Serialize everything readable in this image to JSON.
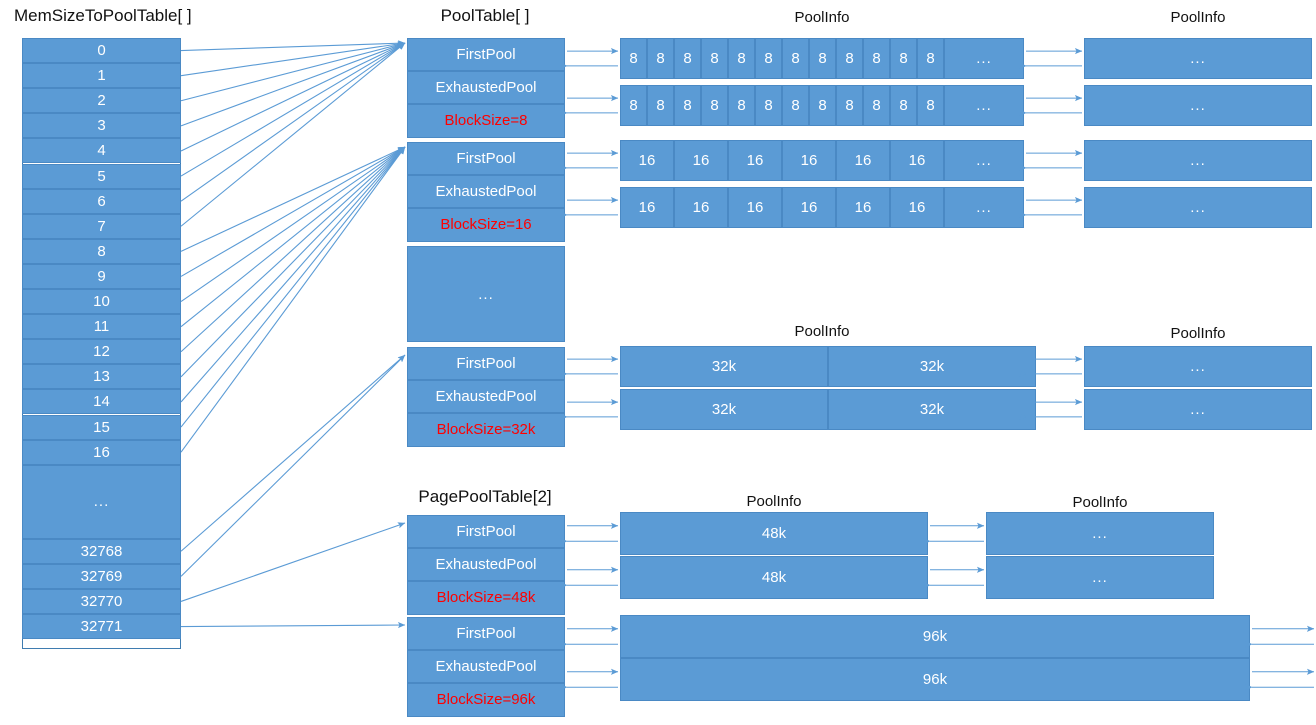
{
  "titles": {
    "mem_size_to_pool_table": "MemSizeToPoolTable[ ]",
    "pool_table": "PoolTable[ ]",
    "page_pool_table": "PagePoolTable[2]",
    "pool_info": "PoolInfo"
  },
  "colors": {
    "block_fill": "#5B9BD5",
    "block_border": "#4A89C4",
    "arrow": "#5B9BD5",
    "block_size_text": "#FF0000",
    "block_text": "#FFFFFF",
    "background": "#FFFFFF"
  },
  "mem_size_to_pool_table": {
    "label": "MemSizeToPoolTable[ ]",
    "entries": [
      {
        "value": "0"
      },
      {
        "value": "1"
      },
      {
        "value": "2"
      },
      {
        "value": "3"
      },
      {
        "value": "4"
      },
      {
        "value": "5"
      },
      {
        "value": "6"
      },
      {
        "value": "7"
      },
      {
        "value": "8"
      },
      {
        "value": "9"
      },
      {
        "value": "10"
      },
      {
        "value": "11"
      },
      {
        "value": "12"
      },
      {
        "value": "13"
      },
      {
        "value": "14"
      },
      {
        "value": "15"
      },
      {
        "value": "16"
      },
      {
        "value": "..."
      },
      {
        "value": "32768"
      },
      {
        "value": "32769"
      },
      {
        "value": "32770"
      },
      {
        "value": "32771"
      }
    ]
  },
  "pool_table": {
    "label": "PoolTable[ ]",
    "groups": [
      {
        "first_pool": "FirstPool",
        "exhausted_pool": "ExhaustedPool",
        "block_size": "BlockSize=8"
      },
      {
        "first_pool": "FirstPool",
        "exhausted_pool": "ExhaustedPool",
        "block_size": "BlockSize=16"
      },
      {
        "ellipsis": "..."
      },
      {
        "first_pool": "FirstPool",
        "exhausted_pool": "ExhaustedPool",
        "block_size": "BlockSize=32k"
      }
    ]
  },
  "page_pool_table": {
    "label": "PagePoolTable[2]",
    "groups": [
      {
        "first_pool": "FirstPool",
        "exhausted_pool": "ExhaustedPool",
        "block_size": "BlockSize=48k"
      },
      {
        "first_pool": "FirstPool",
        "exhausted_pool": "ExhaustedPool",
        "block_size": "BlockSize=96k"
      }
    ]
  },
  "pool_info_columns": {
    "first_column_title": "PoolInfo",
    "second_column_title": "PoolInfo"
  },
  "pool_info_rows": [
    {
      "id": "row-8-first",
      "block_label": "8",
      "block_count": 12,
      "tail": "...",
      "next_label": "..."
    },
    {
      "id": "row-8-exhausted",
      "block_label": "8",
      "block_count": 12,
      "tail": "...",
      "next_label": "..."
    },
    {
      "id": "row-16-first",
      "block_label": "16",
      "block_count": 6,
      "tail": "...",
      "next_label": "..."
    },
    {
      "id": "row-16-exhausted",
      "block_label": "16",
      "block_count": 6,
      "tail": "...",
      "next_label": "..."
    },
    {
      "id": "row-32k-first",
      "block_label": "32k",
      "block_count": 2,
      "tail": "",
      "next_label": "..."
    },
    {
      "id": "row-32k-exhausted",
      "block_label": "32k",
      "block_count": 2,
      "tail": "",
      "next_label": "..."
    },
    {
      "id": "row-48k-first",
      "block_label": "48k",
      "block_count": 1,
      "tail": "",
      "next_label": "..."
    },
    {
      "id": "row-48k-exhausted",
      "block_label": "48k",
      "block_count": 1,
      "tail": "",
      "next_label": "..."
    },
    {
      "id": "row-96k-first",
      "block_label": "96k",
      "block_count": 1,
      "tail": "",
      "next_label": ""
    },
    {
      "id": "row-96k-exhausted",
      "block_label": "96k",
      "block_count": 1,
      "tail": "",
      "next_label": ""
    }
  ]
}
